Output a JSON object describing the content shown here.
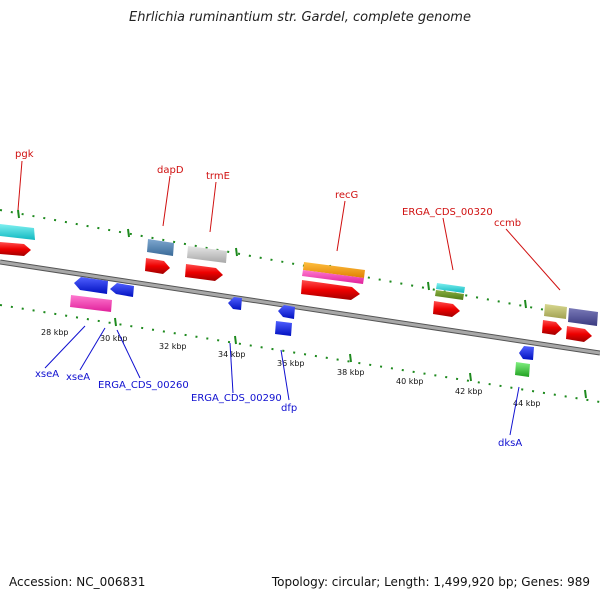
{
  "title": "Ehrlichia ruminantium str. Gardel, complete genome",
  "footer": {
    "accession": "Accession: NC_006831",
    "summary": "Topology: circular; Length: 1,499,920 bp; Genes: 989"
  },
  "colors": {
    "backbone": "#888888",
    "tick": "#1e8a1e",
    "label_top": "#d01010",
    "label_bottom": "#1010d0"
  },
  "scale_ticks": [
    "28 kbp",
    "30 kbp",
    "32 kbp",
    "34 kbp",
    "36 kbp",
    "38 kbp",
    "40 kbp",
    "42 kbp",
    "44 kbp"
  ],
  "top_genes": [
    {
      "name": "pgk"
    },
    {
      "name": "dapD"
    },
    {
      "name": "trmE"
    },
    {
      "name": "recG"
    },
    {
      "name": "ERGA_CDS_00320"
    },
    {
      "name": "ccmb"
    }
  ],
  "bottom_genes": [
    {
      "name": "xseA"
    },
    {
      "name": "xseA"
    },
    {
      "name": "ERGA_CDS_00260"
    },
    {
      "name": "ERGA_CDS_00290"
    },
    {
      "name": "dfp"
    },
    {
      "name": "dksA"
    }
  ]
}
